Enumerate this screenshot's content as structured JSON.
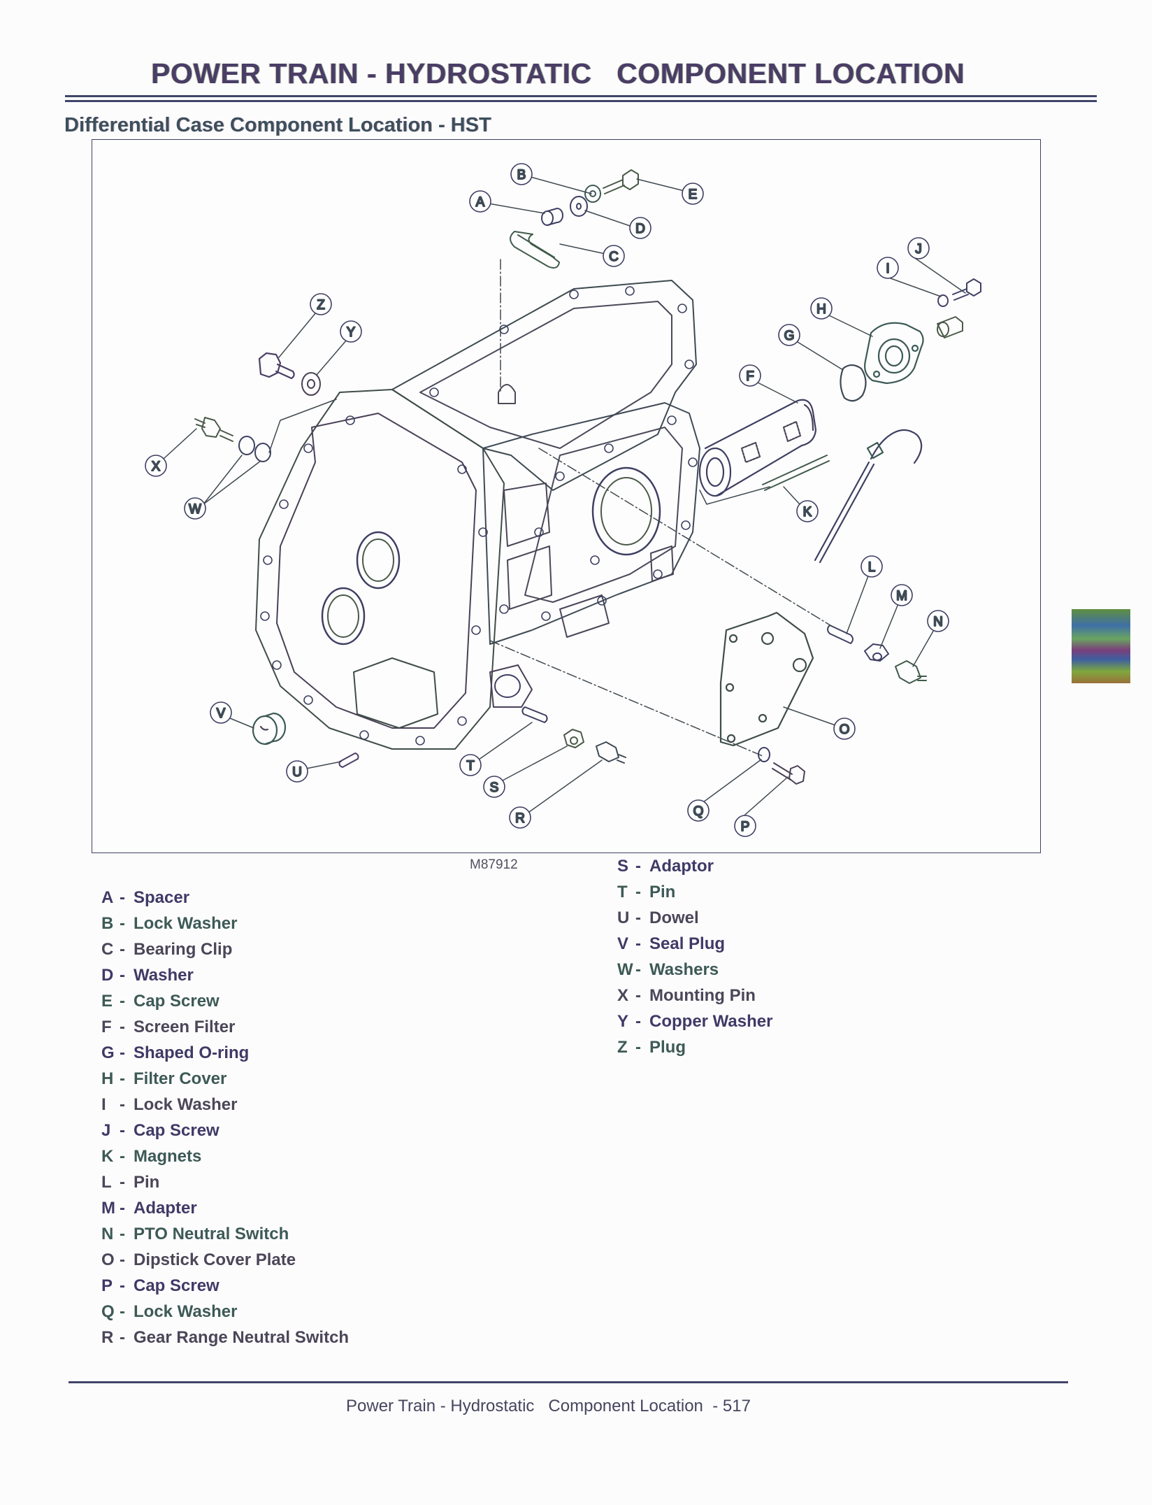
{
  "header": {
    "title": "POWER TRAIN - HYDROSTATIC   COMPONENT LOCATION",
    "subtitle": "Differential Case Component Location - HST"
  },
  "figure": {
    "id": "M87912",
    "callouts": [
      "A",
      "B",
      "C",
      "D",
      "E",
      "F",
      "G",
      "H",
      "I",
      "J",
      "K",
      "L",
      "M",
      "N",
      "O",
      "P",
      "Q",
      "R",
      "S",
      "T",
      "U",
      "V",
      "W",
      "X",
      "Y",
      "Z"
    ]
  },
  "legend": {
    "left": [
      {
        "key": "A",
        "label": "Spacer"
      },
      {
        "key": "B",
        "label": "Lock Washer"
      },
      {
        "key": "C",
        "label": "Bearing Clip"
      },
      {
        "key": "D",
        "label": "Washer"
      },
      {
        "key": "E",
        "label": "Cap Screw"
      },
      {
        "key": "F",
        "label": "Screen Filter"
      },
      {
        "key": "G",
        "label": "Shaped O-ring"
      },
      {
        "key": "H",
        "label": "Filter Cover"
      },
      {
        "key": "I",
        "label": "Lock Washer"
      },
      {
        "key": "J",
        "label": "Cap Screw"
      },
      {
        "key": "K",
        "label": "Magnets"
      },
      {
        "key": "L",
        "label": "Pin"
      },
      {
        "key": "M",
        "label": "Adapter"
      },
      {
        "key": "N",
        "label": "PTO Neutral Switch"
      },
      {
        "key": "O",
        "label": "Dipstick Cover Plate"
      },
      {
        "key": "P",
        "label": "Cap Screw"
      },
      {
        "key": "Q",
        "label": "Lock Washer"
      },
      {
        "key": "R",
        "label": "Gear Range Neutral Switch"
      }
    ],
    "right": [
      {
        "key": "S",
        "label": "Adaptor"
      },
      {
        "key": "T",
        "label": "Pin"
      },
      {
        "key": "U",
        "label": "Dowel"
      },
      {
        "key": "V",
        "label": "Seal Plug"
      },
      {
        "key": "W",
        "label": "Washers"
      },
      {
        "key": "X",
        "label": "Mounting Pin"
      },
      {
        "key": "Y",
        "label": "Copper Washer"
      },
      {
        "key": "Z",
        "label": "Plug"
      }
    ],
    "separator": "-"
  },
  "footer": {
    "text": "Power Train - Hydrostatic   Component Location  - 517"
  },
  "colors": {
    "ink": "#3e4260",
    "title": "#4a3d66",
    "line_green": "#3f5a4a"
  }
}
